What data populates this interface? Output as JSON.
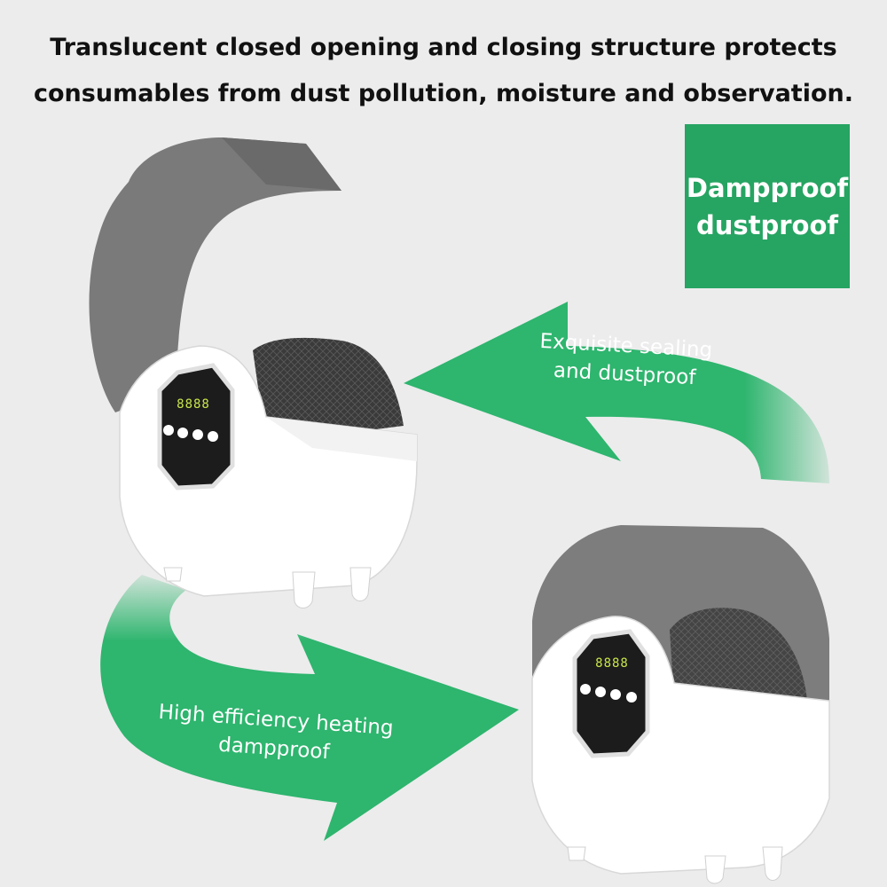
{
  "headline": {
    "line1": "Translucent closed opening and closing structure protects",
    "line2": "consumables from dust pollution, moisture and observation."
  },
  "badge": {
    "line1": "Dampproof",
    "line2": "dustproof",
    "color": "#26a462"
  },
  "arrows": {
    "top": {
      "line1": "Exquisite sealing",
      "line2": "and dustproof",
      "color": "#2eb56e"
    },
    "bottom": {
      "line1": "High efficiency heating",
      "line2": "dampproof",
      "color": "#2eb56e"
    }
  },
  "products": {
    "open_box": {
      "display": "8888"
    },
    "closed_box": {
      "display": "8888"
    }
  },
  "colors": {
    "background": "#ececec",
    "lid": "#7d7d7d",
    "body": "#ffffff",
    "panel": "#1a1a1a",
    "led": "#c8e64a"
  }
}
